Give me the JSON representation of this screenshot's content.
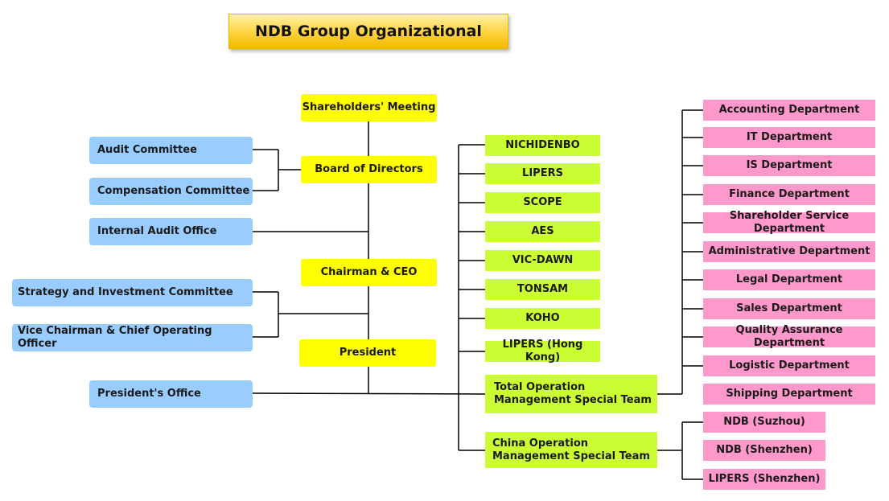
{
  "title": "NDB Group Organizational",
  "main_chain": {
    "shareholders": "Shareholders' Meeting",
    "board": "Board of Directors",
    "chairman": "Chairman & CEO",
    "president": "President"
  },
  "left_units": {
    "audit_committee": "Audit Committee",
    "compensation_committee": "Compensation Committee",
    "internal_audit": "Internal Audit Office",
    "strategy_committee": "Strategy and Investment Committee",
    "vice_chairman": "Vice Chairman & Chief Operating Officer",
    "presidents_office": "President's Office"
  },
  "subsidiaries": [
    "NICHIDENBO",
    "LIPERS",
    "SCOPE",
    "AES",
    "VIC-DAWN",
    "TONSAM",
    "KOHO",
    "LIPERS (Hong Kong)"
  ],
  "total_operation_team": "Total Operation Management Special Team",
  "china_operation_team": "China Operation Management Special Team",
  "departments": [
    "Accounting Department",
    "IT Department",
    "IS Department",
    "Finance Department",
    "Shareholder Service Department",
    "Administrative Department",
    "Legal Department",
    "Sales Department",
    "Quality Assurance Department",
    "Logistic Department",
    "Shipping Department"
  ],
  "china_units": [
    "NDB (Suzhou)",
    "NDB (Shenzhen)",
    "LIPERS (Shenzhen)"
  ]
}
